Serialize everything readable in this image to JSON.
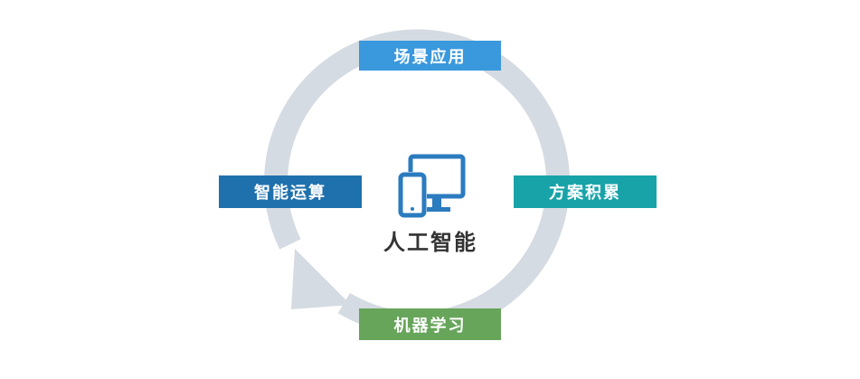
{
  "center": {
    "title": "人工智能",
    "icon": "devices-icon",
    "icon_color": "#2b7bbf"
  },
  "stages": {
    "top": {
      "label": "场景应用",
      "color": "#3a98dd"
    },
    "right": {
      "label": "方案积累",
      "color": "#18a3a9"
    },
    "bottom": {
      "label": "机器学习",
      "color": "#67a55a"
    },
    "left": {
      "label": "智能运算",
      "color": "#1f71ad"
    }
  },
  "ring": {
    "color": "#d5dbe2",
    "direction": "clockwise"
  }
}
